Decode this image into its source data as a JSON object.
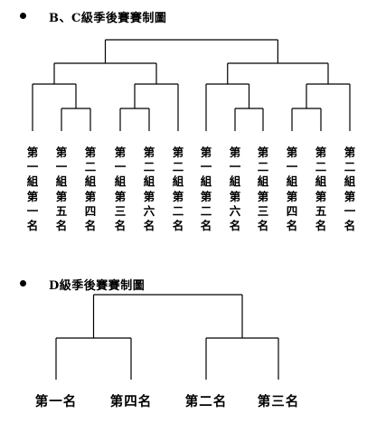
{
  "bc_section": {
    "title": "B、C級季後賽賽制圖",
    "teams": [
      "第一組第一名",
      "第一組第五名",
      "第二組第四名",
      "第一組第三名",
      "第二組第六名",
      "第二組第二名",
      "第一組第二名",
      "第一組第六名",
      "第二組第三名",
      "第一組第四名",
      "第二組第五名",
      "第二組第一名"
    ]
  },
  "d_section": {
    "title": "D級季後賽賽制圖",
    "teams": [
      "第一名",
      "第四名",
      "第二名",
      "第三名"
    ]
  },
  "colors": {
    "line": "#000000",
    "text": "#000000",
    "background": "#ffffff"
  }
}
